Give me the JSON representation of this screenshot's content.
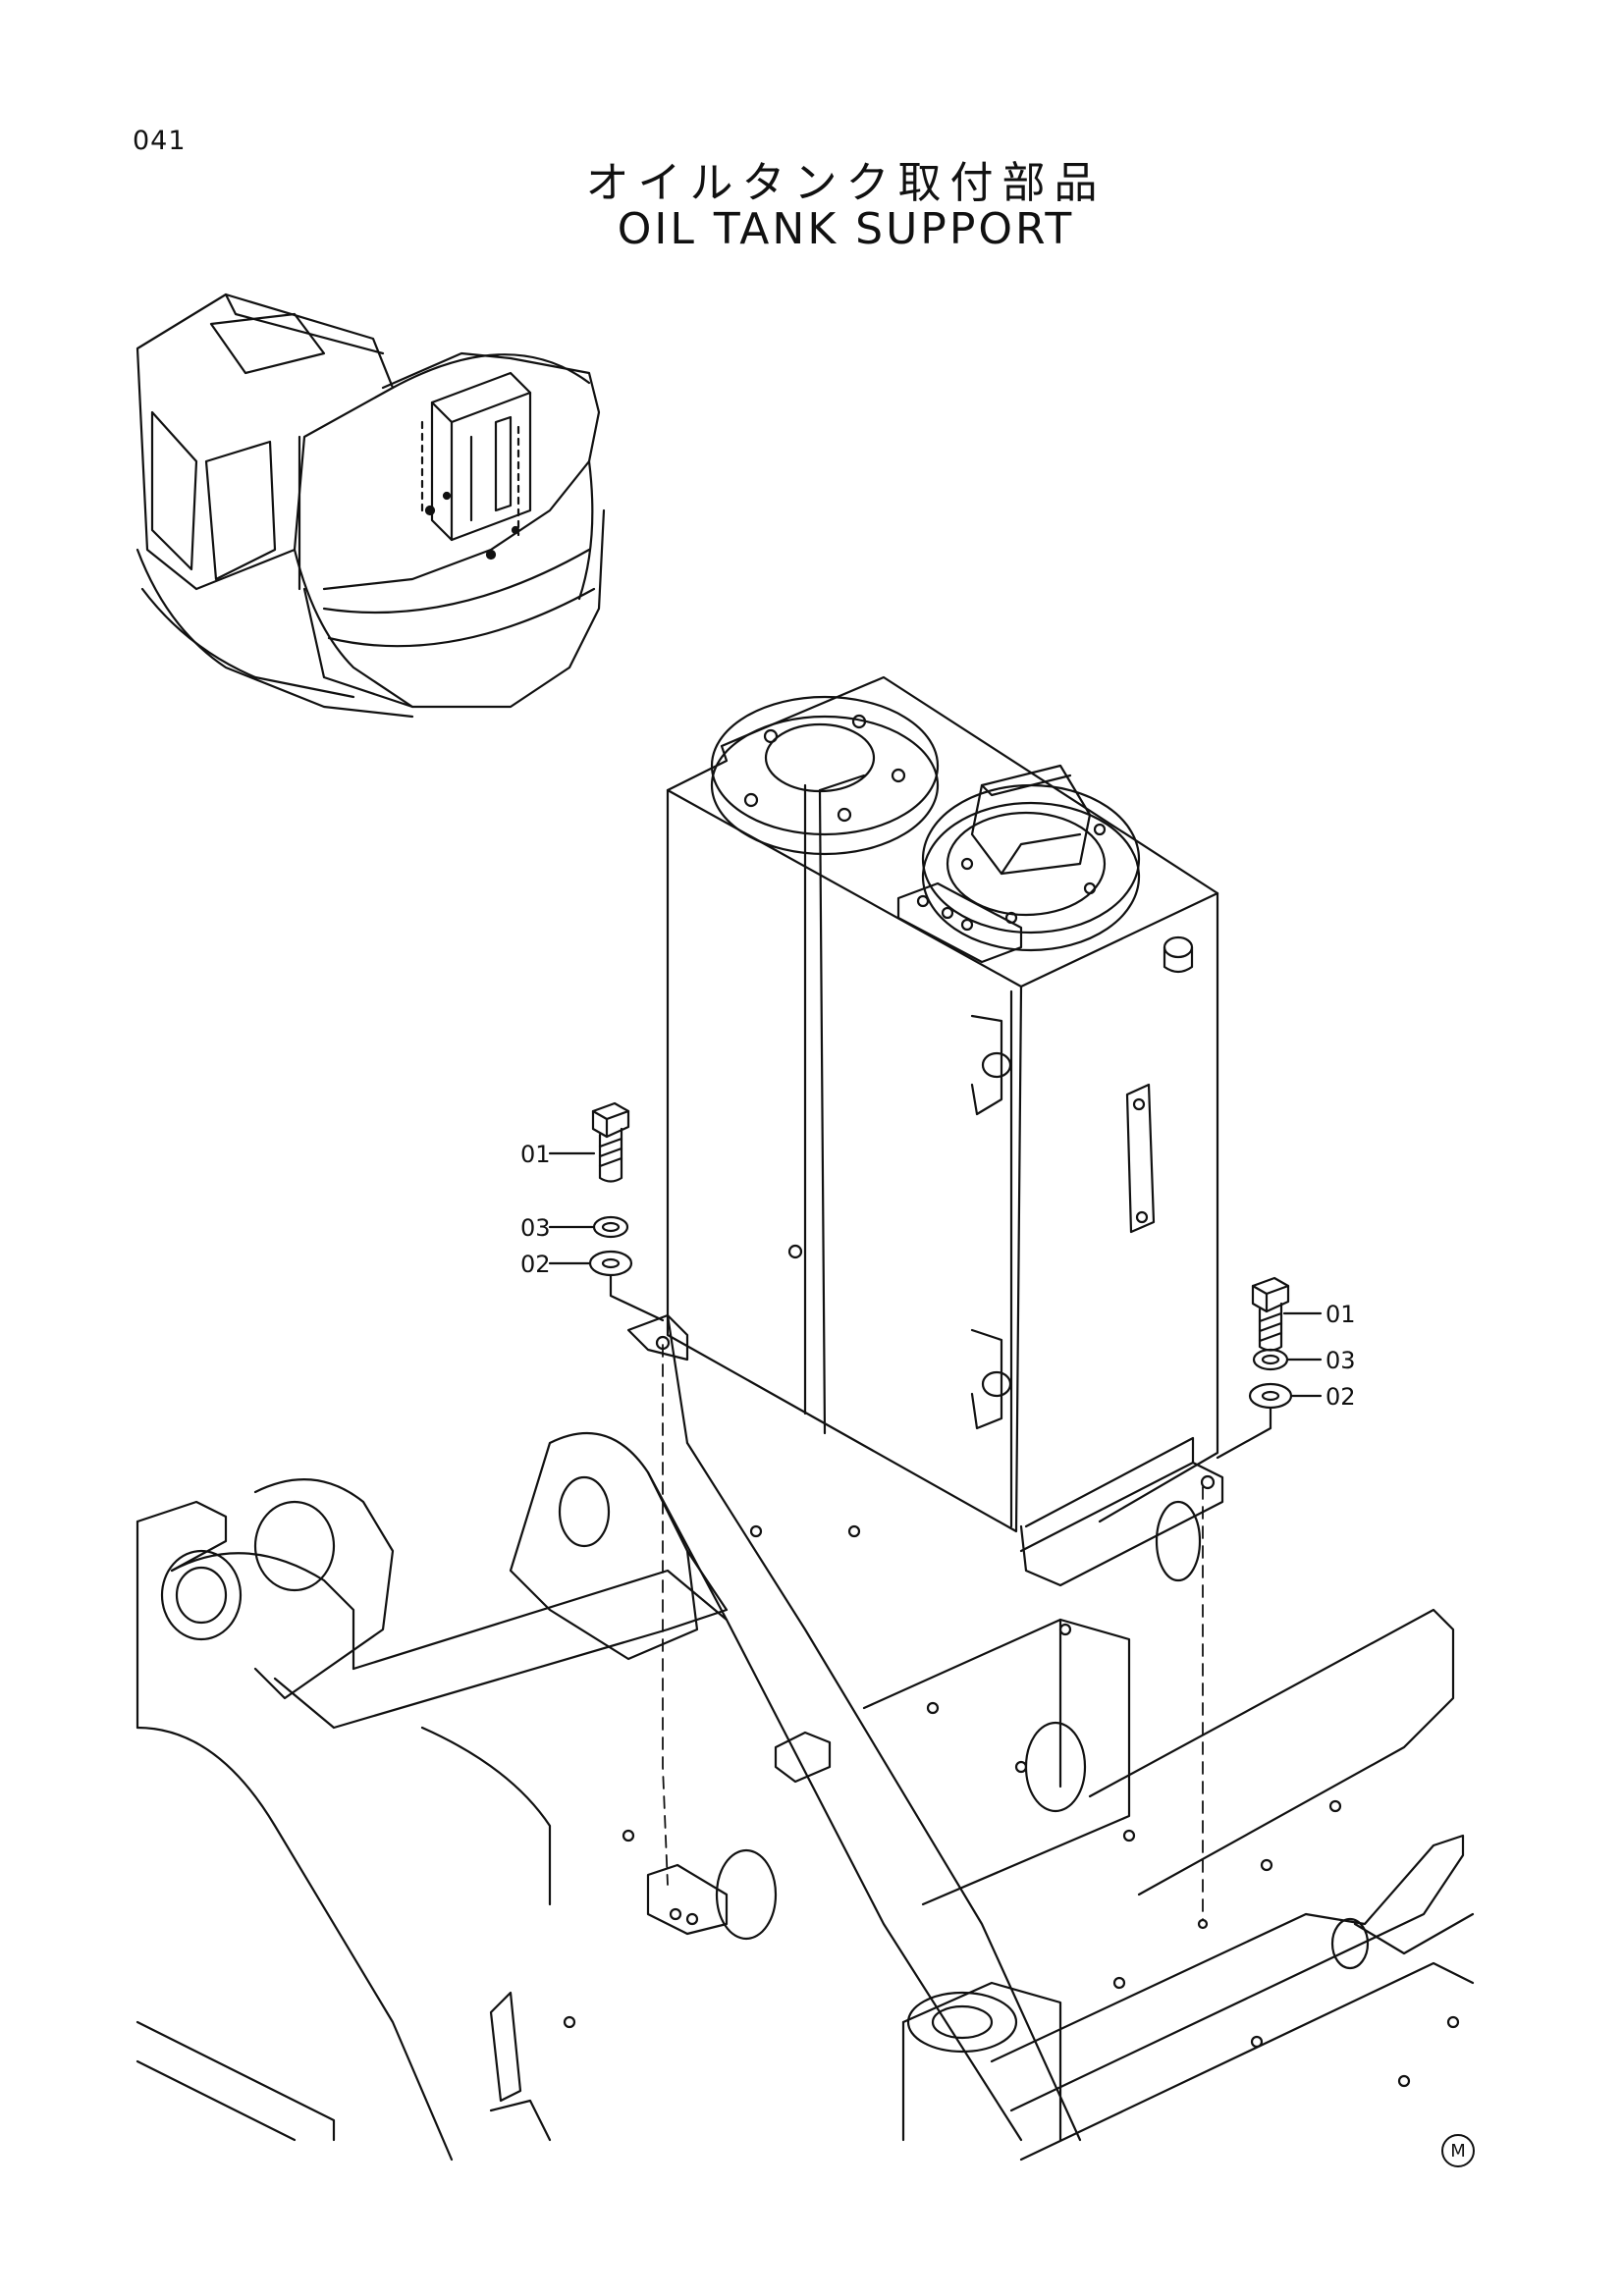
{
  "page": {
    "number": "041"
  },
  "title": {
    "japanese": "オイルタンク取付部品",
    "english": "OIL TANK SUPPORT"
  },
  "callouts": {
    "left": {
      "bolt": "01",
      "spring_washer": "03",
      "washer": "02"
    },
    "right": {
      "bolt": "01",
      "spring_washer": "03",
      "washer": "02"
    }
  },
  "corner_mark": "M"
}
